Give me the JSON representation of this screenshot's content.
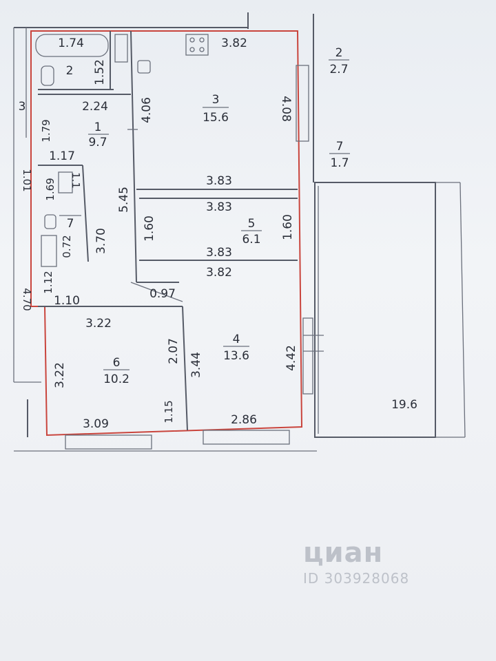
{
  "rooms": [
    {
      "num": "1",
      "area": "9.7"
    },
    {
      "num": "2",
      "area": "2.7"
    },
    {
      "num": "3",
      "area": "15.6"
    },
    {
      "num": "4",
      "area": "13.6"
    },
    {
      "num": "5",
      "area": "6.1"
    },
    {
      "num": "6",
      "area": "10.2"
    },
    {
      "num": "7",
      "area": "1.7"
    },
    {
      "num": "2",
      "area": ""
    },
    {
      "num": "7",
      "area": ""
    },
    {
      "num": "3",
      "area": ""
    },
    {
      "num": "",
      "area": "19.6"
    }
  ],
  "dimensions": {
    "d1": "1.74",
    "d2": "1.52",
    "d3": "2.24",
    "d4": "1.79",
    "d5": "1.17",
    "d6": "1.69",
    "d7": "3.70",
    "d8": "0.72",
    "d9": "1.12",
    "d10": "1.10",
    "d11": "3.22",
    "d12": "3.22",
    "d13": "3.09",
    "d14": "2.07",
    "d15": "1.15",
    "d16": "5.45",
    "d17": "0.97",
    "d18": "3.44",
    "d19": "4.06",
    "d20": "3.82",
    "d21": "3.83",
    "d22": "3.83",
    "d23": "1.60",
    "d24": "1.60",
    "d25": "3.83",
    "d26": "3.82",
    "d27": "4.08",
    "d28": "4.42",
    "d29": "2.86",
    "d30": "1.01",
    "d31": "4.70",
    "d32": "1.1"
  },
  "watermark": {
    "logo": "циан",
    "id": "ID 303928068"
  }
}
